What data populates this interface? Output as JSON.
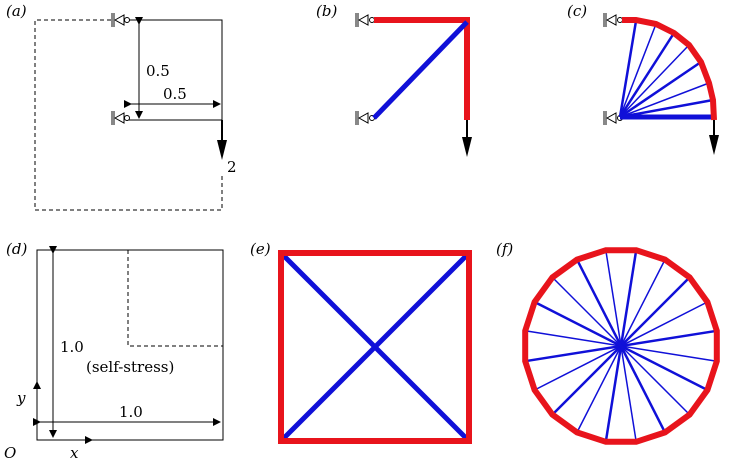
{
  "panels": {
    "a": {
      "label": "(a)",
      "dim_vertical": "0.5",
      "dim_horizontal": "0.5",
      "load": "2"
    },
    "b": {
      "label": "(b)"
    },
    "c": {
      "label": "(c)"
    },
    "d": {
      "label": "(d)",
      "dim_vertical": "1.0",
      "dim_horizontal": "1.0",
      "note": "(self-stress)",
      "axis_x": "x",
      "axis_y": "y",
      "origin": "O"
    },
    "e": {
      "label": "(e)"
    },
    "f": {
      "label": "(f)"
    }
  },
  "colors": {
    "tension": "#e8141c",
    "compression": "#1010d8",
    "outline": "#000000"
  }
}
